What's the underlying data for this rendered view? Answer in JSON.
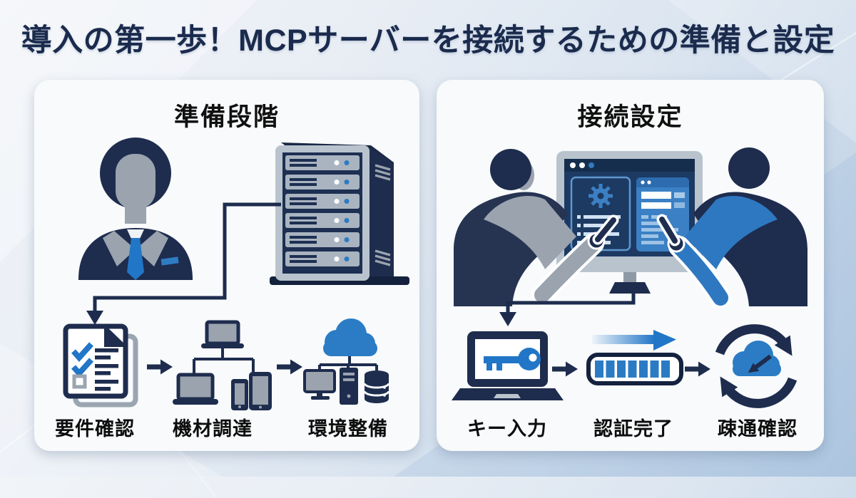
{
  "title": "導入の第一歩！MCPサーバーを接続するための準備と設定",
  "left_panel": {
    "title": "準備段階",
    "illustration_icons": [
      "businessman-icon",
      "server-rack-icon"
    ],
    "steps": [
      {
        "label": "要件確認",
        "icon": "checklist-document-icon"
      },
      {
        "label": "機材調達",
        "icon": "devices-network-icon"
      },
      {
        "label": "環境整備",
        "icon": "cloud-infrastructure-icon"
      }
    ]
  },
  "right_panel": {
    "title": "接続設定",
    "illustration_icons": [
      "engineer-left-icon",
      "engineer-right-icon",
      "monitor-settings-icon"
    ],
    "steps": [
      {
        "label": "キー入力",
        "icon": "laptop-key-icon"
      },
      {
        "label": "認証完了",
        "icon": "progress-bar-icon"
      },
      {
        "label": "疎通確認",
        "icon": "cloud-sync-icon"
      }
    ]
  },
  "colors": {
    "accent_blue": "#2176c7",
    "navy": "#1e2c4e",
    "title_navy": "#1b2b4d",
    "panel_background": "#f8fafb",
    "gray": "#9aa5b1"
  }
}
